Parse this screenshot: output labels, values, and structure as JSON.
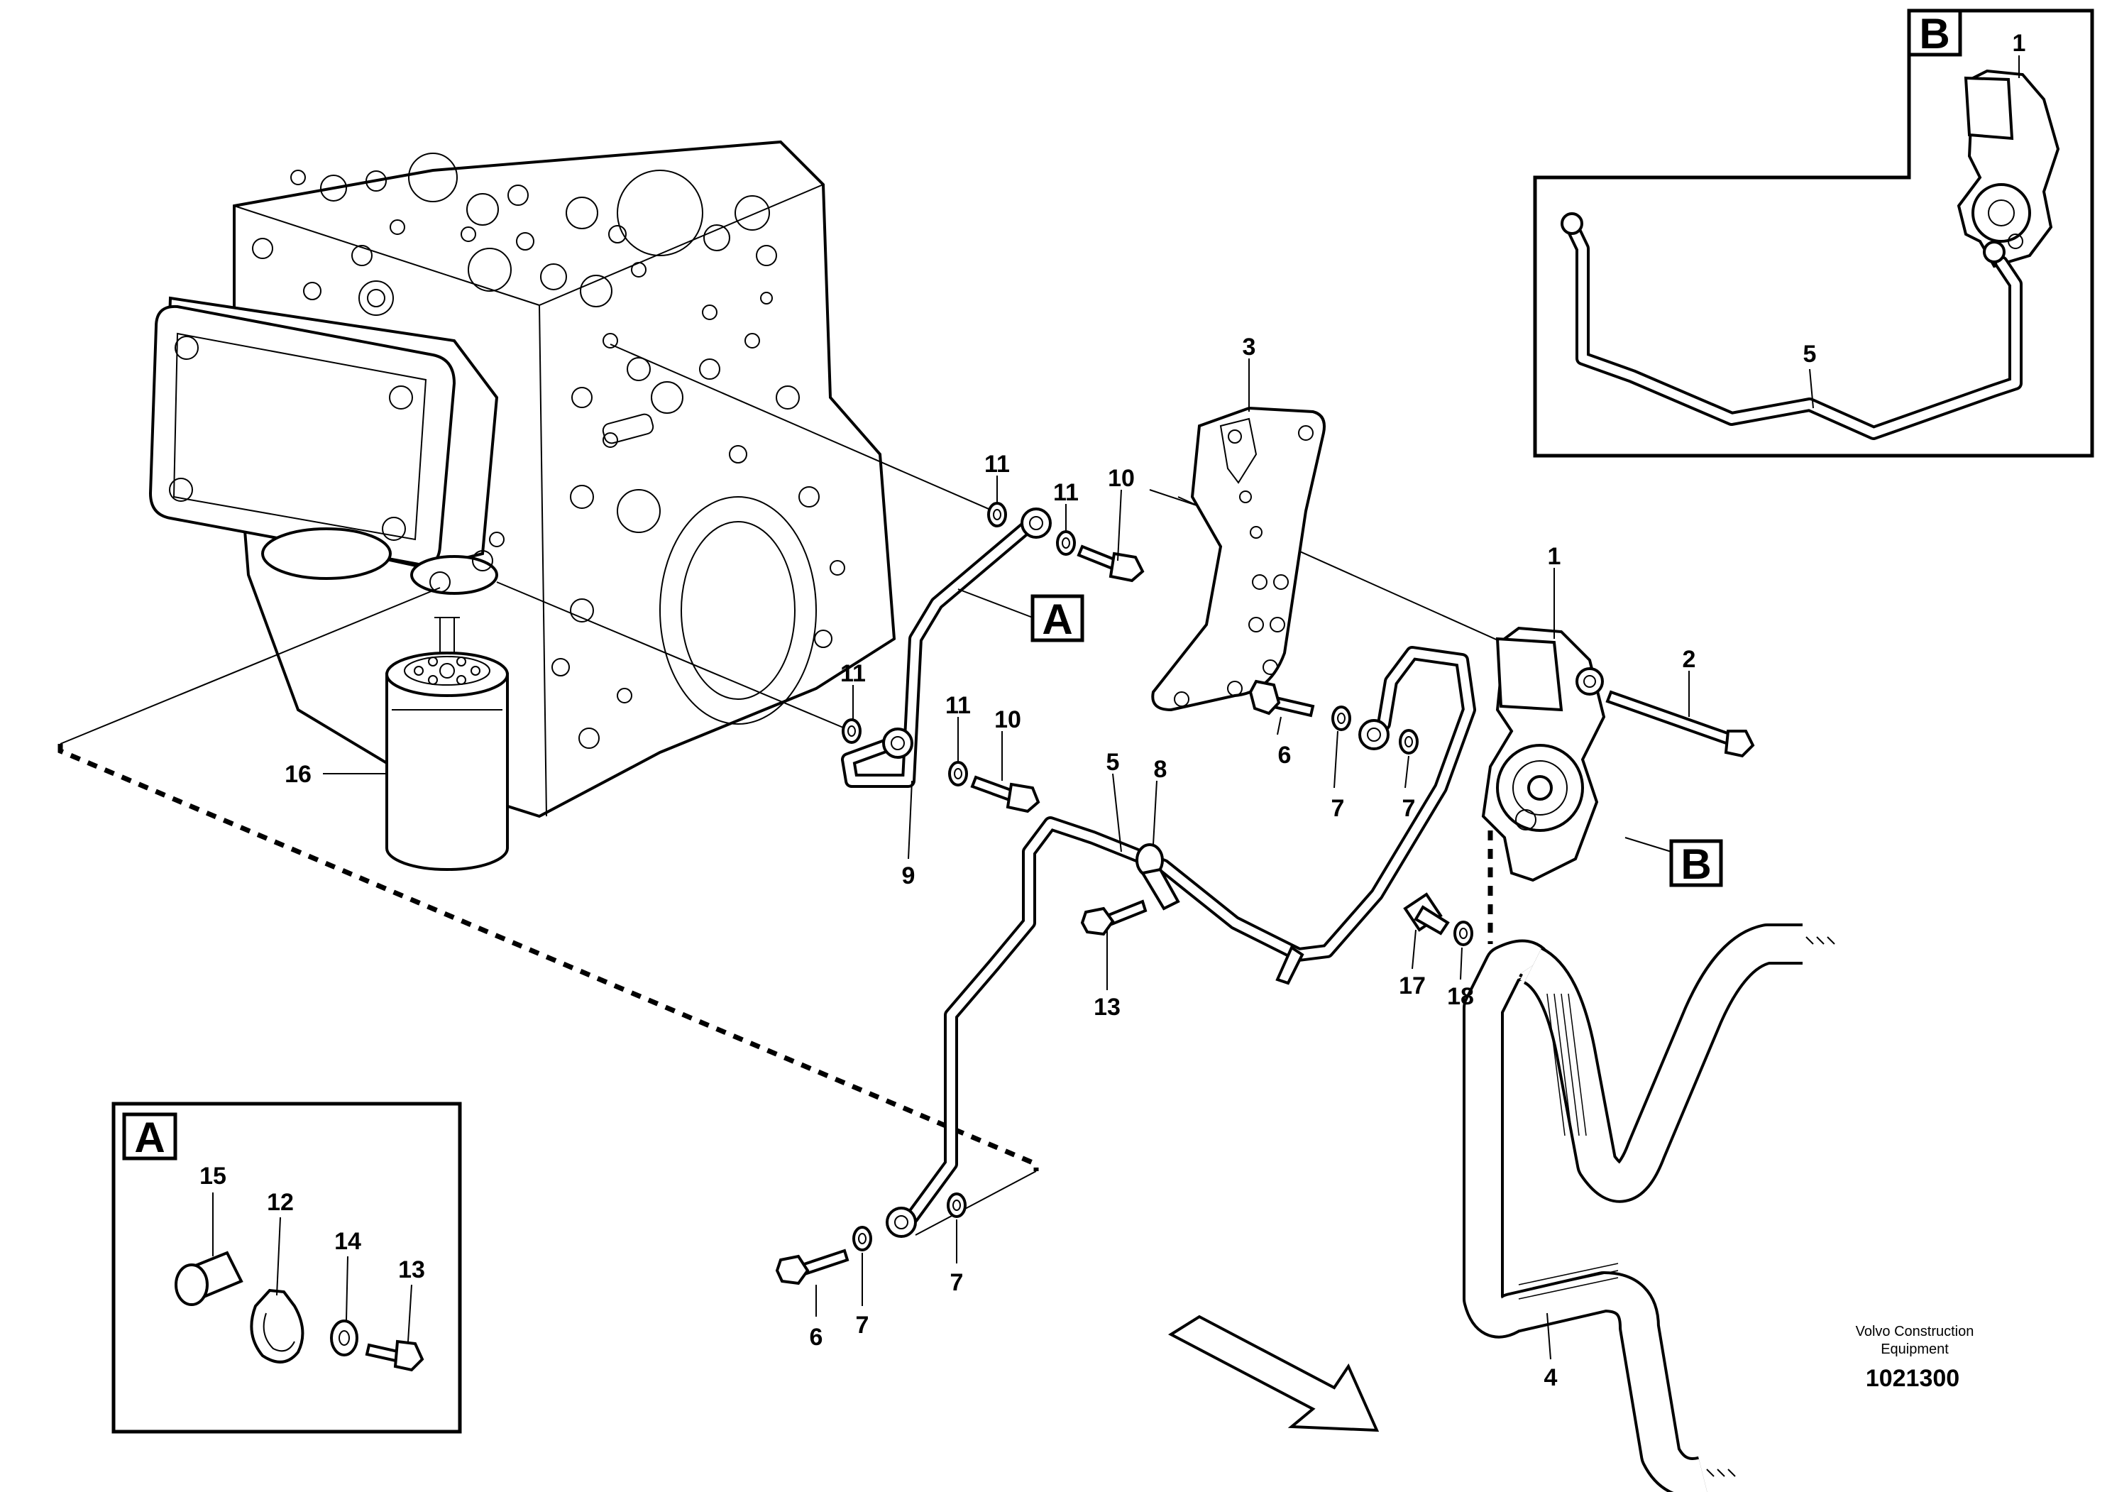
{
  "diagram": {
    "callouts": {
      "c1_main": "1",
      "c1_detail_b": "1",
      "c2": "2",
      "c3": "3",
      "c4": "4",
      "c5_main": "5",
      "c5_detail_b": "5",
      "c6_mid": "6",
      "c6_bottom": "6",
      "c7_a": "7",
      "c7_b": "7",
      "c7_c": "7",
      "c7_d": "7",
      "c8": "8",
      "c9": "9",
      "c10_top": "10",
      "c10_mid": "10",
      "c11_top_a": "11",
      "c11_top_b": "11",
      "c11_mid_a": "11",
      "c11_mid_b": "11",
      "c12": "12",
      "c13_main": "13",
      "c13_detail_a": "13",
      "c14": "14",
      "c15": "15",
      "c16": "16",
      "c17": "17",
      "c18": "18"
    },
    "detail_labels": {
      "a_box": "A",
      "a_ref": "A",
      "b_box": "B",
      "b_ref": "B"
    },
    "footer": {
      "line1": "Volvo Construction",
      "line2": "Equipment",
      "number": "1021300"
    }
  }
}
